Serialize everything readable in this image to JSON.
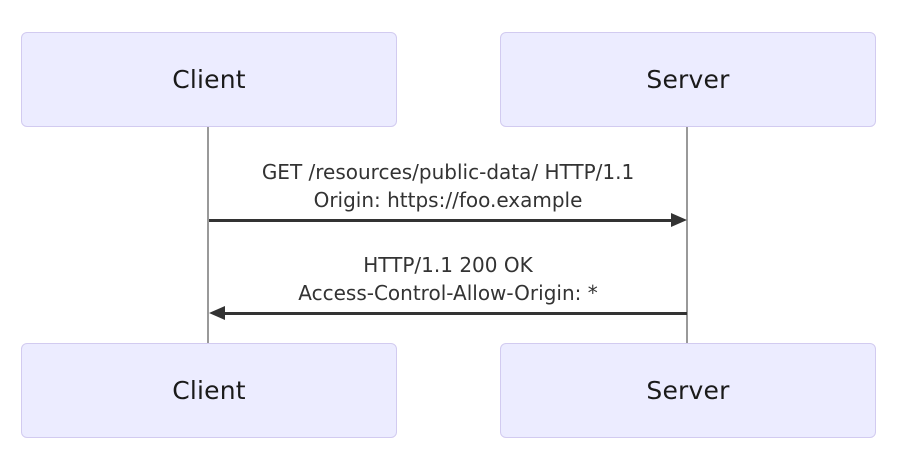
{
  "colors": {
    "background": "#ffffff",
    "actor_fill": "#ececff",
    "actor_border": "#d2cbf0",
    "actor_text": "#1a1a1a",
    "message_text": "#333333",
    "arrow": "#333333",
    "lifeline": "#999999"
  },
  "actors": {
    "top": [
      {
        "label": "Client"
      },
      {
        "label": "Server"
      }
    ],
    "bottom": [
      {
        "label": "Client"
      },
      {
        "label": "Server"
      }
    ]
  },
  "messages": [
    {
      "from": "Client",
      "to": "Server",
      "direction": "right",
      "lines": [
        "GET /resources/public-data/ HTTP/1.1",
        "Origin: https://foo.example"
      ]
    },
    {
      "from": "Server",
      "to": "Client",
      "direction": "left",
      "lines": [
        "HTTP/1.1 200 OK",
        "Access-Control-Allow-Origin: *"
      ]
    }
  ]
}
